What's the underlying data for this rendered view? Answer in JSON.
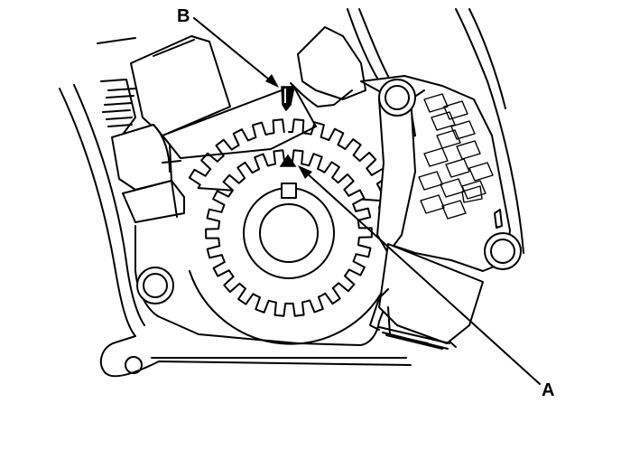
{
  "figure": {
    "callouts": [
      {
        "id": "B",
        "label": "B"
      },
      {
        "id": "A",
        "label": "A"
      }
    ],
    "colors": {
      "ink": "#000000",
      "paper": "#ffffff"
    }
  }
}
